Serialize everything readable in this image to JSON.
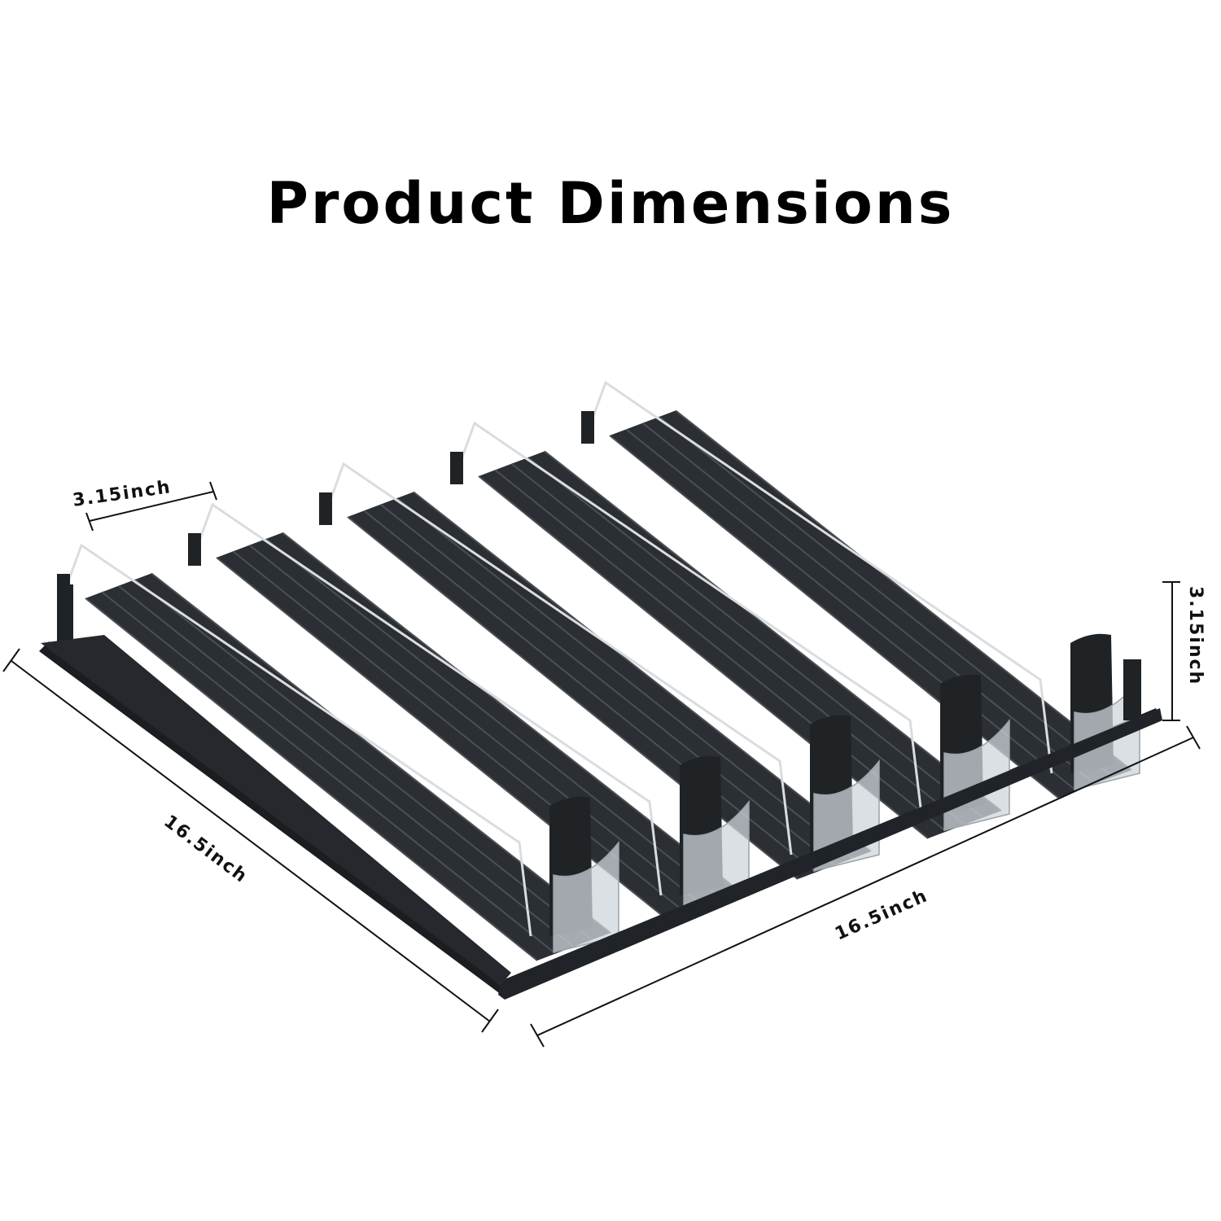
{
  "title": "Product Dimensions",
  "dimensions": {
    "lane_width": "3.15inch",
    "height": "3.15inch",
    "depth": "16.5inch",
    "width": "16.5inch"
  },
  "product": {
    "lane_count": 5,
    "colors": {
      "tray": "#2b2f33",
      "rail": "#3a3f44",
      "pusher": "#1f2326",
      "divider": "#d9dde0",
      "front_stop": "#cfd6db",
      "dimension_line": "#111111"
    }
  },
  "icons": [
    "product-photo-icon"
  ]
}
